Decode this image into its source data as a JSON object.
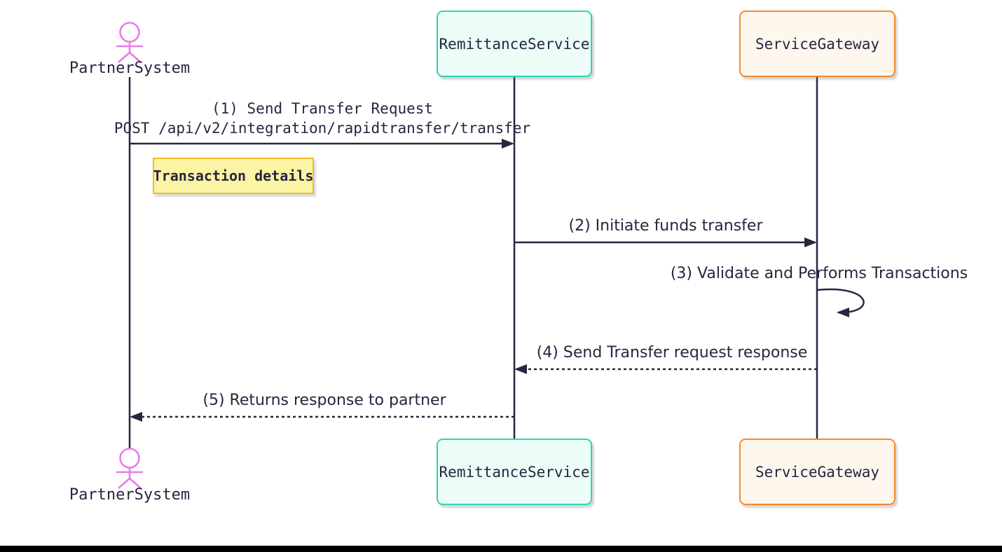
{
  "diagram": {
    "type": "sequence-diagram",
    "participants": [
      {
        "label": "PartnerSystem",
        "kind": "actor",
        "accent": "#E87CEB"
      },
      {
        "label": "RemittanceService",
        "kind": "participant",
        "fill": "#ECFDF8",
        "border": "#2BD6B2"
      },
      {
        "label": "ServiceGateway",
        "kind": "participant",
        "fill": "#FEF7EE",
        "border": "#F6882D"
      }
    ],
    "messages": [
      {
        "seq": 1,
        "from": "PartnerSystem",
        "to": "RemittanceService",
        "line": "solid",
        "text": "(1) Send Transfer Request",
        "text2": "POST /api/v2/integration/rapidtransfer/transfer"
      },
      {
        "seq": 2,
        "from": "RemittanceService",
        "to": "ServiceGateway",
        "line": "solid",
        "text": "(2) Initiate funds transfer"
      },
      {
        "seq": 3,
        "from": "ServiceGateway",
        "to": "ServiceGateway",
        "line": "self",
        "text": "(3) Validate and Performs Transactions"
      },
      {
        "seq": 4,
        "from": "ServiceGateway",
        "to": "RemittanceService",
        "line": "dashed",
        "text": "(4) Send Transfer request response"
      },
      {
        "seq": 5,
        "from": "RemittanceService",
        "to": "PartnerSystem",
        "line": "dashed",
        "text": "(5) Returns response to partner"
      }
    ],
    "note": {
      "attached_to": "PartnerSystem",
      "position": "right",
      "text": "Transaction details",
      "fill": "#FBF4A4",
      "border": "#EEBE23"
    },
    "colors": {
      "ink": "#262640",
      "actor": "#E87CEB"
    }
  }
}
